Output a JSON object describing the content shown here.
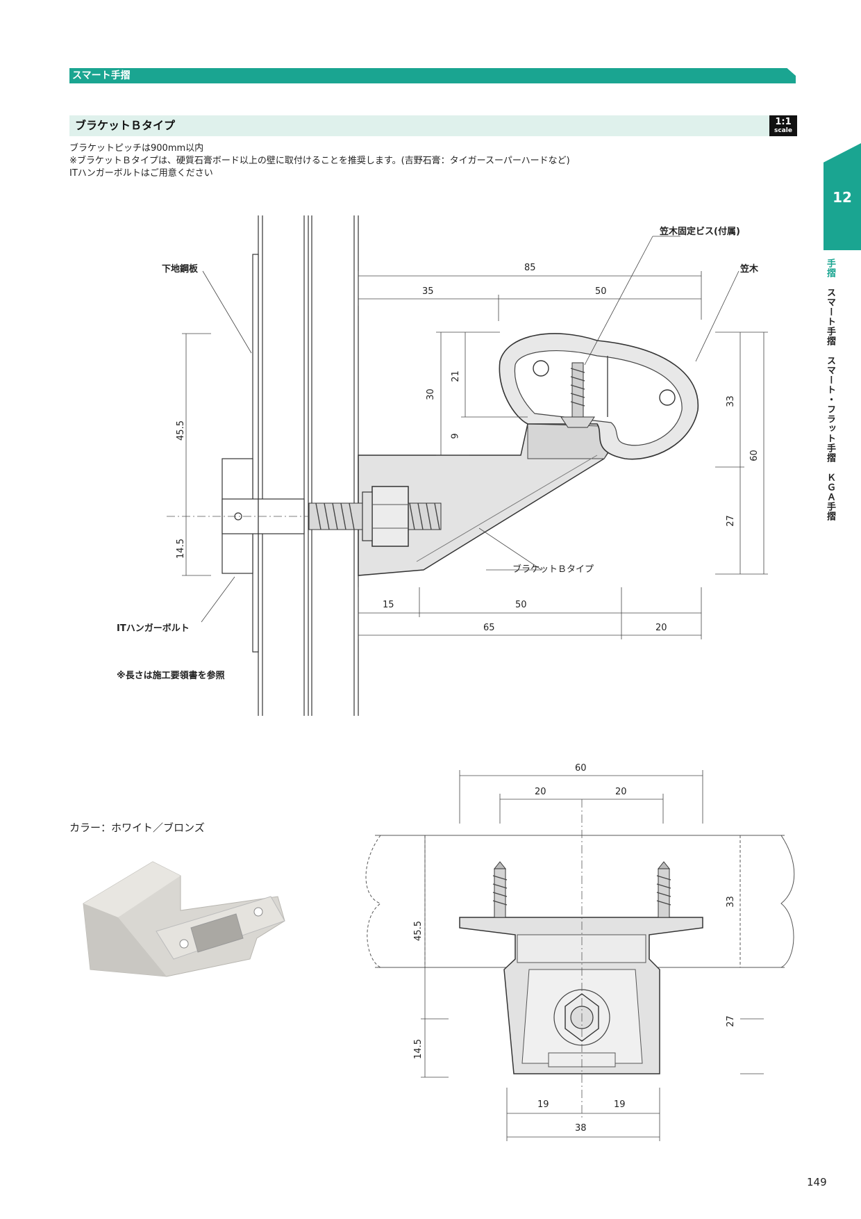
{
  "header": {
    "band": "スマート手摺",
    "section_title": "ブラケットＢタイプ",
    "scale_ratio": "1:1",
    "scale_word": "scale"
  },
  "notes": [
    "ブラケットピッチは900mm以内",
    "※ブラケットＢタイプは、硬質石膏ボード以上の壁に取付けることを推奨します。(吉野石膏：タイガースーパーハードなど)",
    "ITハンガーボルトはご用意ください"
  ],
  "side_tab": {
    "number": "12",
    "highlight": "手摺",
    "items": "スマート手摺　スマート・フラット手摺　ＫＧＡ手摺"
  },
  "drawing_top": {
    "labels": {
      "screw": "笠木固定ビス(付属)",
      "plate": "下地鋼板",
      "rail": "笠木",
      "bracket": "ブラケットＢタイプ",
      "hanger": "ITハンガーボルト",
      "length_note": "※長さは施工要領書を参照"
    },
    "dims": {
      "d85": "85",
      "d35": "35",
      "d50a": "50",
      "d30": "30",
      "d21": "21",
      "d9": "9",
      "d33": "33",
      "d60": "60",
      "d27": "27",
      "d455": "45.5",
      "d145": "14.5",
      "d15": "15",
      "d50b": "50",
      "d65": "65",
      "d20": "20"
    }
  },
  "drawing_bottom": {
    "dims": {
      "d60": "60",
      "d20a": "20",
      "d20b": "20",
      "d33": "33",
      "d27": "27",
      "d455": "45.5",
      "d145": "14.5",
      "d19a": "19",
      "d19b": "19",
      "d38": "38"
    }
  },
  "color_label": "カラー：ホワイト／ブロンズ",
  "page_number": "149",
  "colors": {
    "accent": "#1aa591",
    "section_bg": "#dff1ec",
    "part_fill": "#e3e3e3"
  }
}
